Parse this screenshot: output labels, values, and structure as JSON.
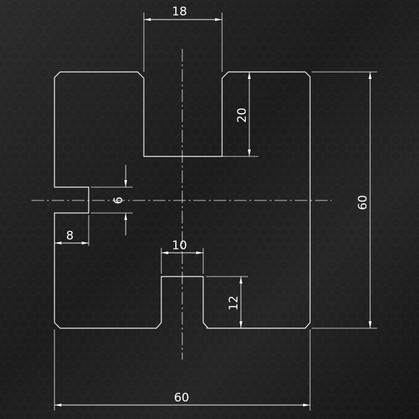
{
  "drawing": {
    "line_color": "#ffffff",
    "background_color": "#202020",
    "dimensions": {
      "top_slot_width": "18",
      "top_slot_depth": "20",
      "overall_height": "60",
      "side_notch_height": "6",
      "side_notch_depth": "8",
      "bottom_slot_width": "10",
      "bottom_slot_depth": "12",
      "overall_width": "60"
    }
  }
}
